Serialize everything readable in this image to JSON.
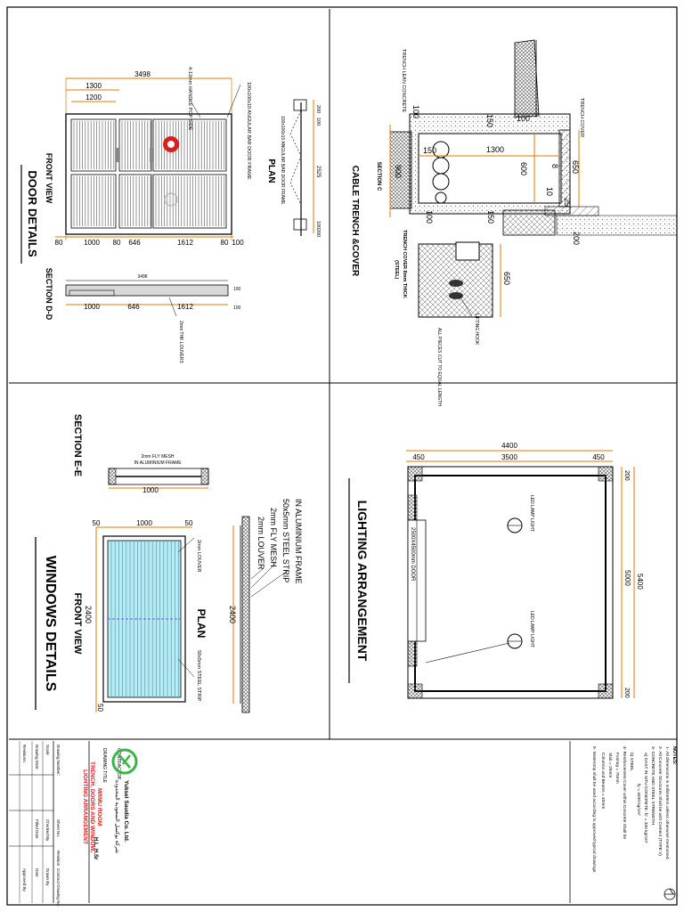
{
  "door": {
    "title": "DOOR DETAILS",
    "front_view_label": "FRONT VIEW",
    "plan_label": "PLAN",
    "section_label": "SECTION D-D",
    "dim_overall": "3498",
    "dim_1300": "1300",
    "dim_1200": "1200",
    "bottom_dims": [
      "80",
      "1000",
      "80",
      "646",
      "1612",
      "80",
      "100"
    ],
    "plan_dims": [
      "200",
      "100",
      "2525",
      "100",
      "200"
    ],
    "section_dim_overall": "3498",
    "section_dims": [
      "1000",
      "646",
      "1612"
    ],
    "section_right_dims": [
      "100",
      "100"
    ],
    "note_handle": "4-12mm HANDLE POP SIDE",
    "note_frame": "100x100x10 ANGULAR BAR DOOR FRAME",
    "note_plan_frame": "100x100x10 ANGULAR BAR DOOR FRAME",
    "note_louvers": "2mm THK LOUVERS"
  },
  "trench": {
    "title": "CABLE TRENCH &COVER",
    "section_label": "SECTION C",
    "dim_top": "1300",
    "dim_100a": "100",
    "dim_100b": "100",
    "dim_150": "150",
    "dim_150b": "150",
    "dim_100c": "100",
    "dim_900": "900",
    "dim_600": "600",
    "dim_650": "650",
    "dim_8": "8",
    "dim_10": "10",
    "dim_25": "25",
    "dim_200": "200",
    "dim_100d": "100",
    "label_lean": "TRENCH LEAN CONCRETE",
    "label_cover": "TRENCH COVER",
    "cover_title": "TRENCH COVER 8mm THICK",
    "cover_sub": "(STEEL)",
    "cover_dim": "650",
    "lifting_hook": "LIFTING HOOK",
    "note_pieces": "ALL PIECES CUT TO EQUAL LENGTH"
  },
  "window": {
    "title": "WINDOWS DETAILS",
    "front_view_label": "FRONT VIEW",
    "plan_label": "PLAN",
    "section_label": "SECTION E-E",
    "dim_top": [
      "50",
      "1000",
      "50"
    ],
    "dim_height": "2400",
    "dim_height2": "2400",
    "dim_bottom": "50",
    "section_dim": "1000",
    "fly_mesh_note": "2mm FLY MESH IN ALUMINIUM FRAME",
    "notes": [
      "IN ALUMINIUM FRAME",
      "50x5mm STEEL STRIP",
      "2mm FLY MESH",
      "2mm LOUVER"
    ],
    "louver_label": "2mm LOUVER",
    "strip_label": "50x5mm STEEL STRIP"
  },
  "lighting": {
    "title": "LIGHTING ARRANGEMENT",
    "dim_overall": "4400",
    "dim_top": [
      "450",
      "3500",
      "450"
    ],
    "dim_right": [
      "200",
      "5000",
      "200"
    ],
    "dim_total_right": "5400",
    "door_label": "2500X4500mm DOOR",
    "lamp_label_1": "LED LAMP LIGHT",
    "lamp_label_2": "LED LAMP LIGHT"
  },
  "title_block": {
    "notes_title": "NOTES:",
    "notes": [
      "1- All dimensions in millimeters unless otherwise mentioned.",
      "2- All Concrete Structures Shall be with Cement (TYPE V)",
      "3- CONCRETE AND STEEL STRENGTH",
      "a) CAST IN SITU CONCRETE: fc' = 330 kg/cm²",
      "fy = 4200 kg/cm²",
      "b) STEEL",
      "4- Reinforcement Cover within Concrete Shall be",
      "Footing = 75mm",
      "Slab = 25mm",
      "Columns and Beams = 40mm",
      "5- Waterstop shall be used according to approved typical drawings."
    ],
    "contractor_label": "CONTRACTOR",
    "company_en": "Yuksel Saudia Co. Ltd.",
    "company_ar": "شركة يوكسل السعودية المحدودة",
    "drawing_title_label": "DRAWING TITLE",
    "drawing_title": [
      "MRMU ROOM",
      "TRENCH, DOORS AND WINDOW,",
      "LIGHTING ARRANGEMENT"
    ],
    "initials": "H.L. H.Sr",
    "rows": [
      [
        "Drawing Number:",
        "Sheet No.",
        "Revision",
        "Contract Drawing No."
      ],
      [
        "Scale:",
        "Checked By",
        "",
        "Drawn By"
      ],
      [
        "Drawing Date:",
        "Filled Date",
        "",
        "Date"
      ],
      [
        "Revisions:",
        "",
        "",
        "Approved By"
      ]
    ]
  }
}
